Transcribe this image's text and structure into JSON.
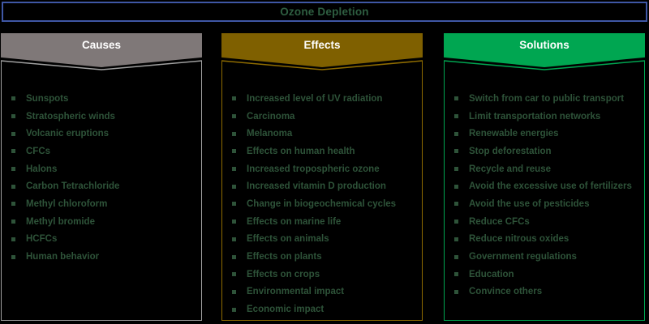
{
  "title": "Ozone Depletion",
  "colors": {
    "background": "#000000",
    "banner_fill": "#000000",
    "banner_border": "#3F57A5",
    "title_text": "#2E5E41",
    "header_text": "#FFFFFF",
    "item_text": "#2E5339",
    "bullet": "#2E5339"
  },
  "columns": [
    {
      "label": "Causes",
      "header_color": "#7F7878",
      "border_color": "#A0A0A0",
      "items": [
        "Sunspots",
        "Stratospheric winds",
        "Volcanic eruptions",
        "CFCs",
        "Halons",
        "Carbon Tetrachloride",
        "Methyl chloroform",
        "Methyl bromide",
        "HCFCs",
        "Human behavior"
      ]
    },
    {
      "label": "Effects",
      "header_color": "#7F6000",
      "border_color": "#8F6C00",
      "items": [
        "Increased level of UV radiation",
        "Carcinoma",
        "Melanoma",
        "Effects on human health",
        "Increased tropospheric ozone",
        "Increased vitamin D production",
        "Change in biogeochemical cycles",
        "Effects on marine life",
        "Effects on animals",
        "Effects on plants",
        "Effects on crops",
        "Environmental impact",
        "Economic impact"
      ]
    },
    {
      "label": "Solutions",
      "header_color": "#00A651",
      "border_color": "#00A651",
      "items": [
        "Switch from car to public transport",
        "Limit transportation networks",
        "Renewable energies",
        "Stop deforestation",
        "Recycle and reuse",
        "Avoid the excessive use of fertilizers",
        "Avoid the use of pesticides",
        "Reduce CFCs",
        "Reduce nitrous oxides",
        "Government regulations",
        "Education",
        "Convince others"
      ]
    }
  ]
}
